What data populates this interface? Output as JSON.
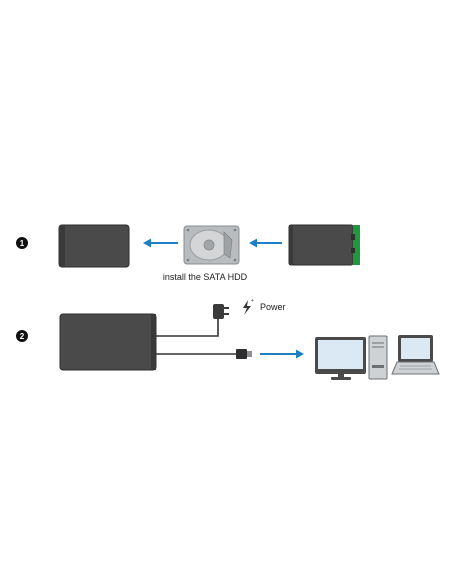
{
  "steps": [
    {
      "number": "1",
      "caption": "install the SATA HDD"
    },
    {
      "number": "2",
      "power_label": "Power"
    }
  ],
  "icons": {
    "enclosure": "hdd-enclosure-icon",
    "hard_drive": "sata-hdd-icon",
    "open_enclosure": "open-enclosure-icon",
    "power_adapter": "power-adapter-icon",
    "power_symbol": "power-bolt-icon",
    "usb_plug": "usb-plug-icon",
    "desktop": "desktop-computer-icon",
    "laptop": "laptop-icon",
    "arrow": "arrow-icon"
  },
  "colors": {
    "enclosure_body": "#4a4a4a",
    "enclosure_edge": "#2e2e2e",
    "arrow": "#1f7fc4",
    "drive_metal": "#b9bcbf",
    "board_green": "#1e9a3c",
    "screen_blue": "#dbe9f5"
  }
}
